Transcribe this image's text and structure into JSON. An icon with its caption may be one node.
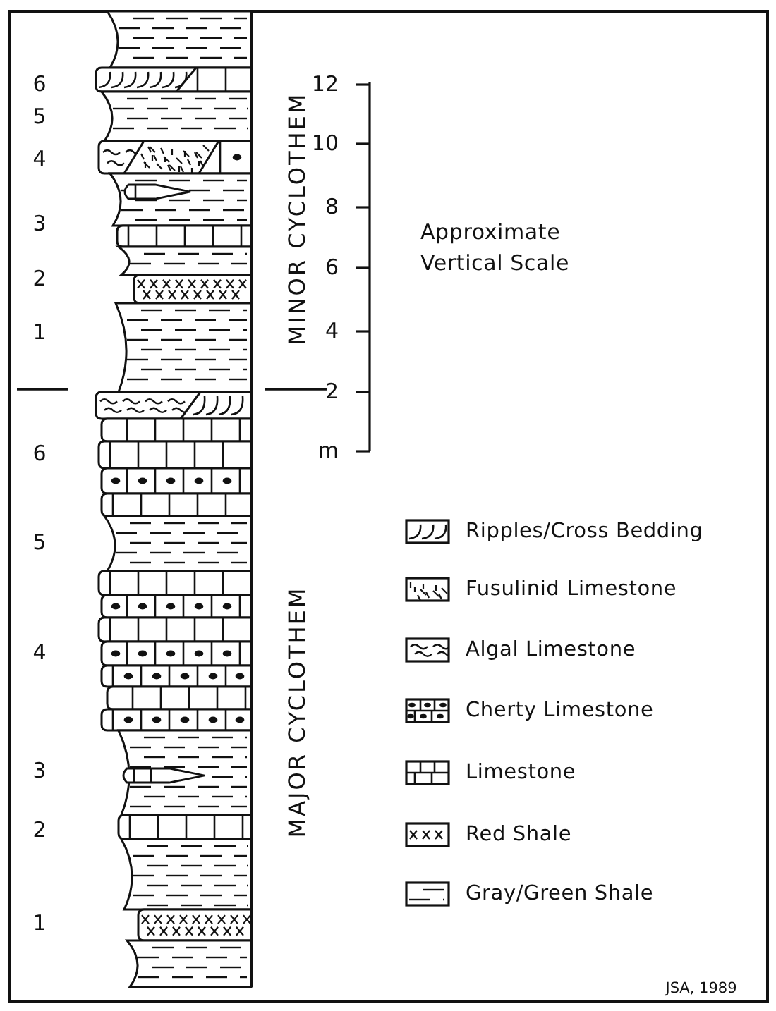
{
  "diagram": {
    "labels": [
      "6",
      "5",
      "4",
      "3",
      "2",
      "1",
      "MINOR CYCLOTHEM",
      "12",
      "10",
      "8",
      "6",
      "4",
      "2",
      "m",
      "Approximate Vertical Scale",
      "6",
      "5",
      "4",
      "3",
      "2",
      "1",
      "MAJOR CYCLOTHEM",
      "JSA, 1989"
    ],
    "legend": [
      {
        "text": "Ripples/Cross Bedding"
      },
      {
        "text": "Fusulinid Limestone"
      },
      {
        "text": "Algal Limestone"
      },
      {
        "text": "Cherty Limestone"
      },
      {
        "text": "Limestone"
      },
      {
        "text": "Red Shale"
      },
      {
        "text": "Gray/Green Shale"
      }
    ]
  }
}
